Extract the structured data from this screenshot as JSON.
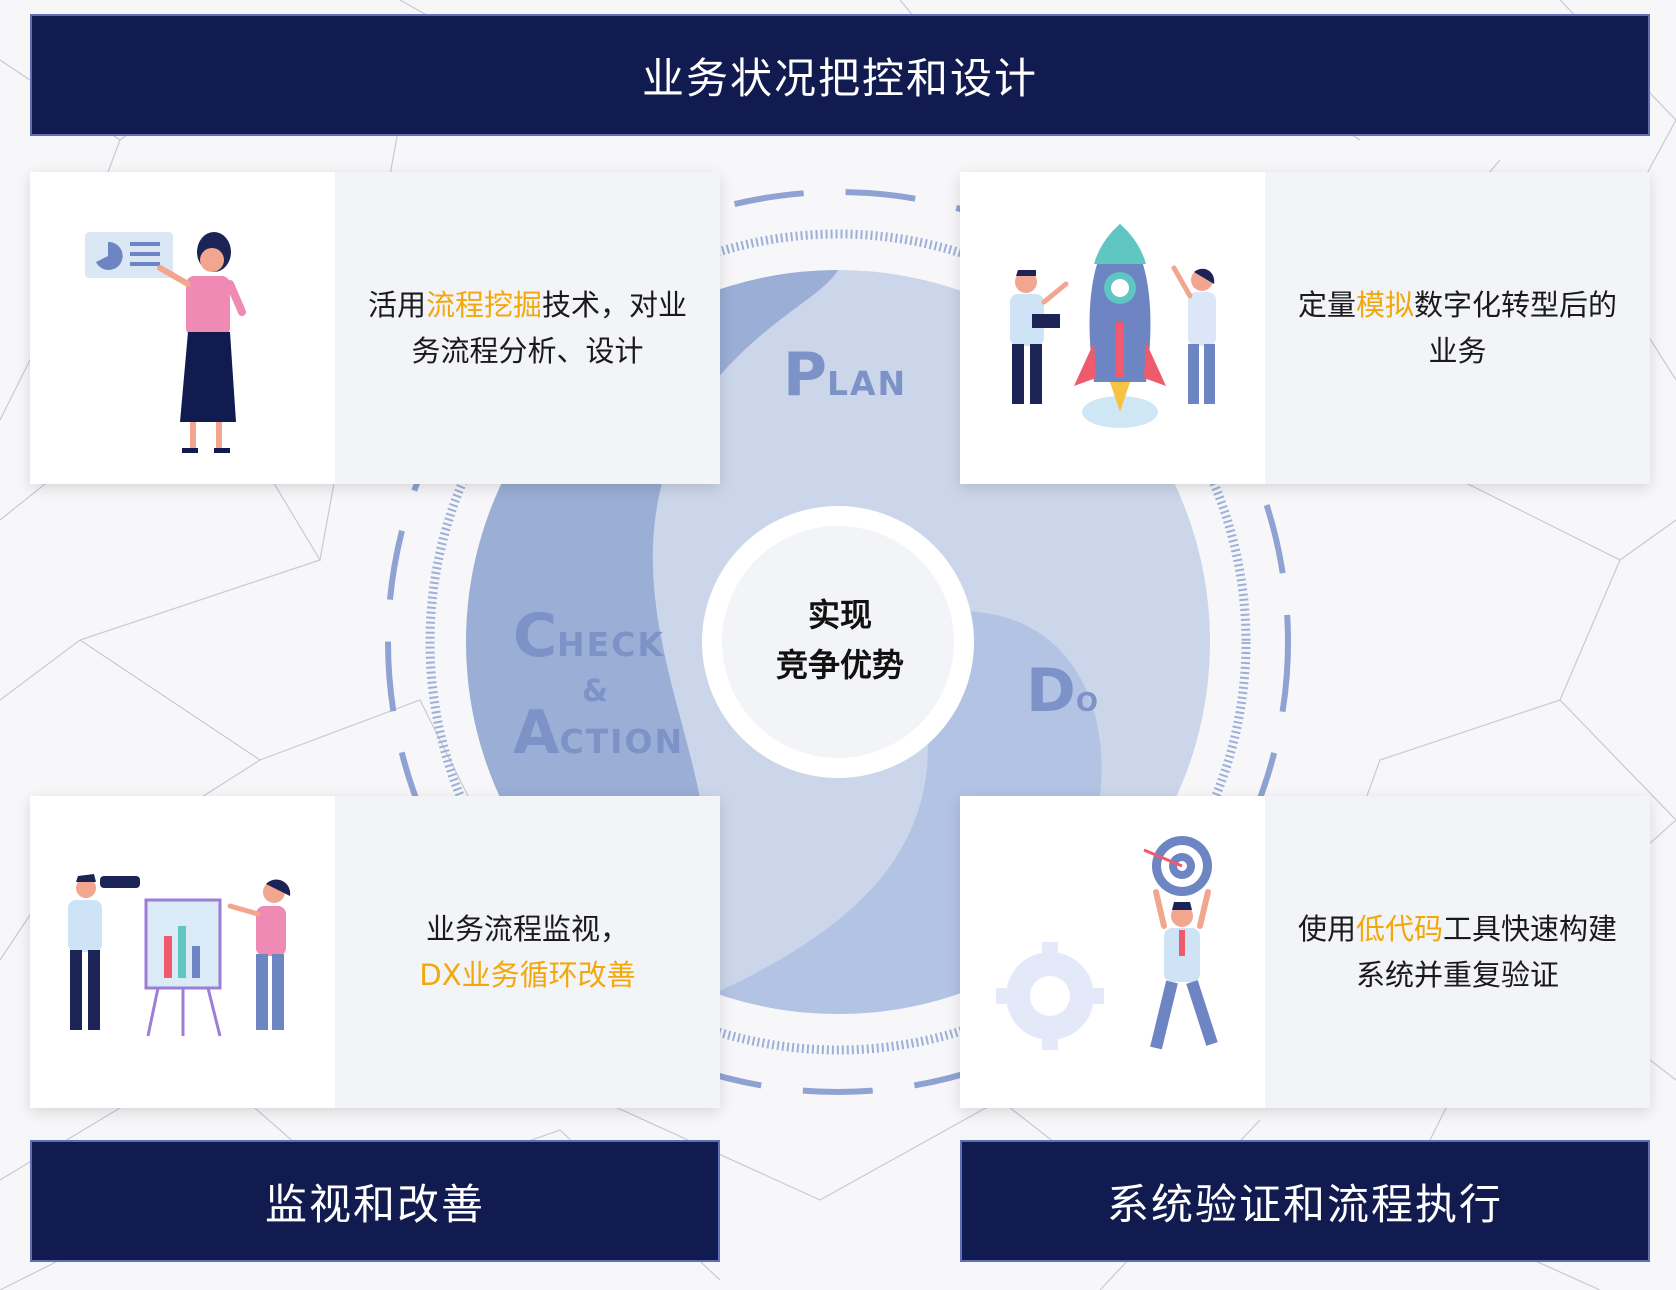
{
  "top_banner": {
    "title": "业务状况把控和设计"
  },
  "bottom_left_banner": {
    "title": "监视和改善"
  },
  "bottom_right_banner": {
    "title": "系统验证和流程执行"
  },
  "cycle": {
    "center_line1": "实现",
    "center_line2": "竞争优势",
    "plan": {
      "initial": "P",
      "rest": "LAN"
    },
    "do": {
      "initial": "D",
      "rest": "O"
    },
    "check_action": {
      "c_initial": "C",
      "c_rest": "HECK",
      "amp": "&",
      "a_initial": "A",
      "a_rest": "CTION"
    }
  },
  "cards": {
    "top_left": {
      "illustration": "woman-presenting-chart-icon",
      "line1_pre": "活用",
      "line1_hl": "流程挖掘",
      "line1_post": "技术，对业",
      "line2": "务流程分析、设计"
    },
    "top_right": {
      "illustration": "rocket-launch-team-icon",
      "line1_pre": "定量",
      "line1_hl": "模拟",
      "line1_post": "数字化转型后的",
      "line2": "业务"
    },
    "bottom_left": {
      "illustration": "telescope-presentation-board-icon",
      "line1": "业务流程监视，",
      "line2_hl": "DX业务循环改善"
    },
    "bottom_right": {
      "illustration": "target-and-gear-icon",
      "line1_pre": "使用",
      "line1_hl": "低代码",
      "line1_post": "工具快速构建",
      "line2": "系统并重复验证"
    }
  },
  "colors": {
    "banner_bg": "#121b4f",
    "highlight": "#f2a80d",
    "circle_light": "#ccd6ea",
    "circle_mid": "#9aaed6",
    "phase_text": "#7d92c7"
  }
}
